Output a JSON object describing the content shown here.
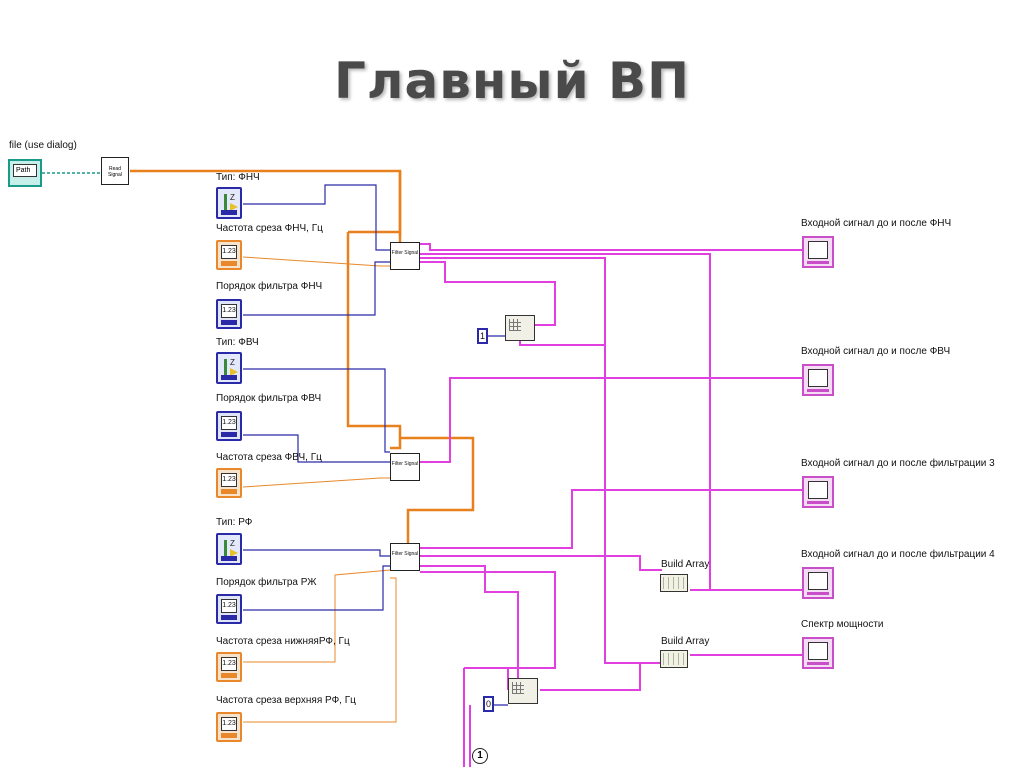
{
  "slide_title": "Главный ВП",
  "file_control": {
    "label": "file (use dialog)",
    "value": "Path"
  },
  "read_signal": "Read Signal",
  "filter_node_label": "Filter Signal",
  "numeric_value": "1.23",
  "controls": {
    "lpf_type": "Тип: ФНЧ",
    "lpf_cutoff": "Частота среза ФНЧ, Гц",
    "lpf_order": "Порядок  фильтра ФНЧ",
    "hpf_type": "Тип: ФВЧ",
    "hpf_order": "Порядок фильтра ФВЧ",
    "hpf_cutoff": "Частота среза ФВЧ, Гц",
    "bs_type": "Тип: РФ",
    "bs_order": "Порядок фильтра РЖ",
    "bs_cutoff_low": "Частота среза нижняяРФ, Гц",
    "bs_cutoff_high": "Частота среза верхняя РФ, Гц"
  },
  "constants": {
    "top": "1",
    "bottom": "0"
  },
  "build_array": [
    "Build Array",
    "Build Array"
  ],
  "graphs": [
    "Входной сигнал до и после ФНЧ",
    "Входной сигнал до и после ФВЧ",
    "Входной сигнал до и после фильтрации 3",
    "Входной сигнал до и после фильтрации 4",
    "Спектр мощности"
  ],
  "footnote_marker": "1",
  "colors": {
    "orange_wire": "#e8801e",
    "blue_wire": "#2a2aa8",
    "pink_wire": "#e23fe0",
    "teal_wire": "#1a9a8a"
  }
}
